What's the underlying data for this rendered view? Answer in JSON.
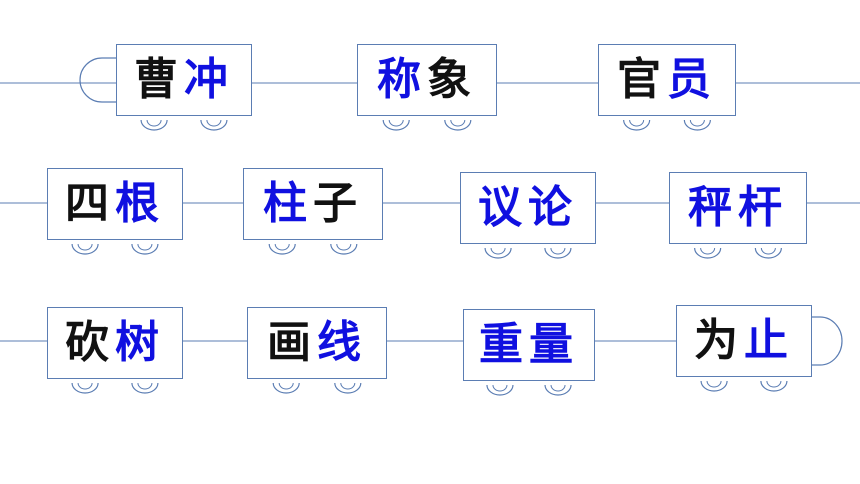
{
  "colors": {
    "line": "#5b7db3",
    "black_char": "#111111",
    "blue_char": "#1010e0"
  },
  "rows": [
    {
      "cars": [
        {
          "chars": [
            {
              "t": "曹",
              "c": "black"
            },
            {
              "t": "冲",
              "c": "blue"
            }
          ]
        },
        {
          "chars": [
            {
              "t": "称",
              "c": "blue"
            },
            {
              "t": "象",
              "c": "black"
            }
          ]
        },
        {
          "chars": [
            {
              "t": "官",
              "c": "black"
            },
            {
              "t": "员",
              "c": "blue"
            }
          ]
        }
      ]
    },
    {
      "cars": [
        {
          "chars": [
            {
              "t": "四",
              "c": "black"
            },
            {
              "t": "根",
              "c": "blue"
            }
          ]
        },
        {
          "chars": [
            {
              "t": "柱",
              "c": "blue"
            },
            {
              "t": "子",
              "c": "black"
            }
          ]
        },
        {
          "chars": [
            {
              "t": "议",
              "c": "blue"
            },
            {
              "t": "论",
              "c": "blue"
            }
          ]
        },
        {
          "chars": [
            {
              "t": "秤",
              "c": "blue"
            },
            {
              "t": "杆",
              "c": "blue"
            }
          ]
        }
      ]
    },
    {
      "cars": [
        {
          "chars": [
            {
              "t": "砍",
              "c": "black"
            },
            {
              "t": "树",
              "c": "blue"
            }
          ]
        },
        {
          "chars": [
            {
              "t": "画",
              "c": "black"
            },
            {
              "t": "线",
              "c": "blue"
            }
          ]
        },
        {
          "chars": [
            {
              "t": "重",
              "c": "blue"
            },
            {
              "t": "量",
              "c": "blue"
            }
          ]
        },
        {
          "chars": [
            {
              "t": "为",
              "c": "black"
            },
            {
              "t": "止",
              "c": "blue"
            }
          ]
        }
      ]
    }
  ]
}
